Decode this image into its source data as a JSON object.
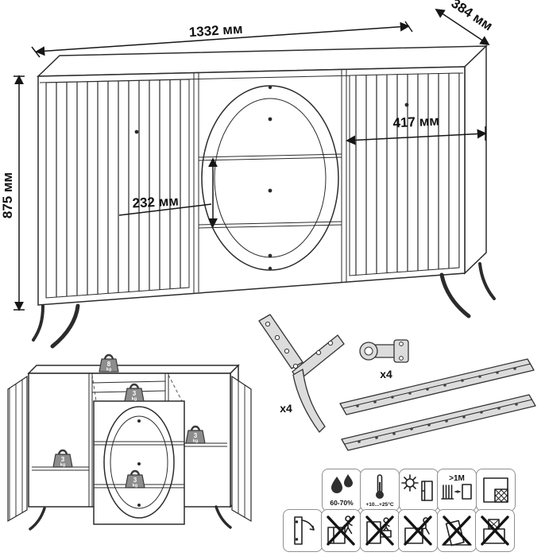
{
  "dimensions": {
    "width": "1332 мм",
    "depth": "384 мм",
    "height": "875 мм",
    "niche_width": "417 мм",
    "drawer_height": "232 мм"
  },
  "loads": {
    "top": {
      "value": "8",
      "unit": "kg"
    },
    "upper": {
      "value": "3",
      "unit": "kg"
    },
    "left_shelf": {
      "value": "3",
      "unit": "kg"
    },
    "right_shelf": {
      "value": "3",
      "unit": "kg"
    },
    "drawer": {
      "value": "3",
      "unit": "kg"
    }
  },
  "hardware": {
    "leg_quantity": "x4",
    "hinge_quantity": "x4"
  },
  "care": {
    "humidity": "60-70%",
    "temperature": "+10...+25°C",
    "min_distance": ">1M"
  },
  "colors": {
    "line": "#2b2b2b",
    "metal": "#dcdcdc",
    "weight": "#8d8d8d"
  }
}
